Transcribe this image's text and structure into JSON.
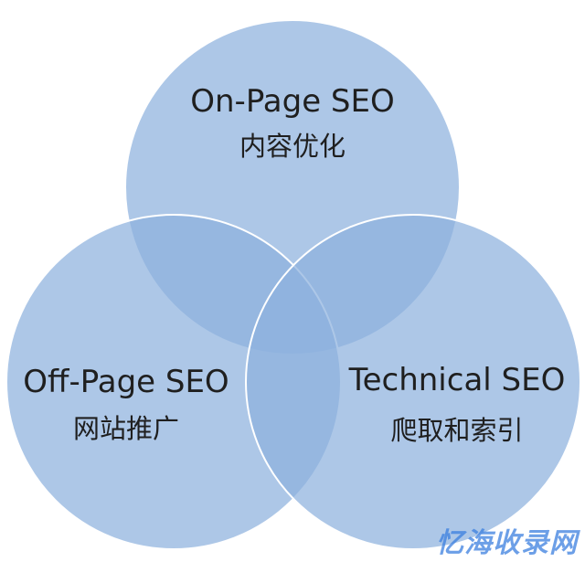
{
  "diagram": {
    "type": "venn",
    "circle_color": "#8eb2de",
    "circles": [
      {
        "title": "On-Page SEO",
        "subtitle": "内容优化"
      },
      {
        "title": "Off-Page SEO",
        "subtitle": "网站推广"
      },
      {
        "title": "Technical SEO",
        "subtitle": "爬取和索引"
      }
    ]
  },
  "watermark": {
    "text": "忆海收录网",
    "color": "#3b7fe0"
  }
}
